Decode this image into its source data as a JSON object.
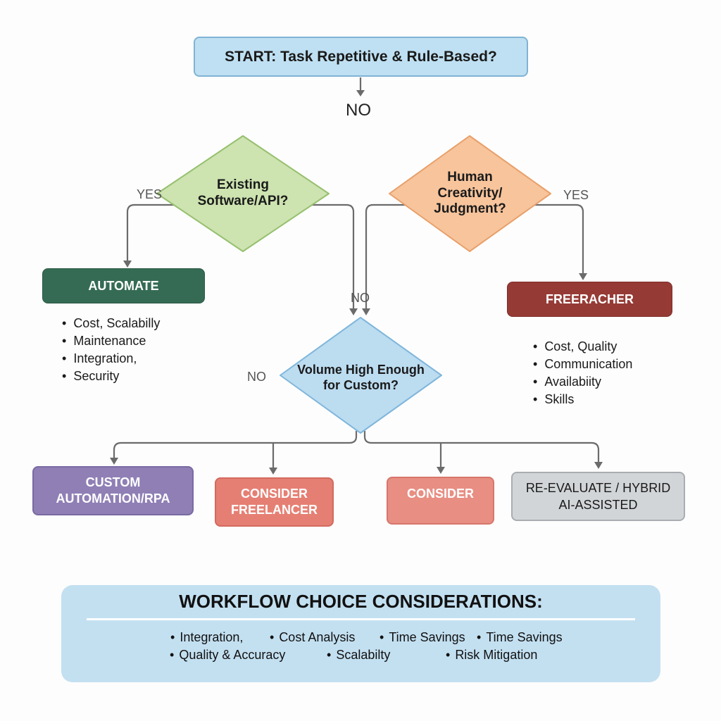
{
  "colors": {
    "start_fill": "#bfe0f2",
    "decision_green": "#cde3b0",
    "decision_orange": "#f7c49c",
    "decision_blue": "#bcdcf0",
    "automate": "#356b54",
    "freeracher": "#963a35",
    "custom_automation": "#8f7fb5",
    "consider_freelancer": "#e67f73",
    "consider": "#e88e83",
    "reevaluate": "#d2d5d8",
    "considerations_panel": "#c3e0f1",
    "connector": "#6b6b6b"
  },
  "start": {
    "label": "START: Task Repetitive & Rule-Based?",
    "branch_label": "NO"
  },
  "decisions": {
    "existing_software": {
      "line1": "Existing",
      "line2": "Software/API?",
      "yes_label": "YES"
    },
    "human_creativity": {
      "line1": "Human",
      "line2": "Creativity/",
      "line3": "Judgment?",
      "yes_label": "YES"
    },
    "merge_no_label": "NO",
    "volume": {
      "line1": "Volume High Enough",
      "line2": "for Custom?",
      "no_label": "NO"
    }
  },
  "outcomes": {
    "automate": {
      "label": "AUTOMATE",
      "bullets": [
        "Cost, Scalabilly",
        "Maintenance",
        "Integration,",
        "Security"
      ]
    },
    "freeracher": {
      "label": "FREERACHER",
      "bullets": [
        "Cost, Quality",
        "Communication",
        "Availabiity",
        "Skills"
      ]
    },
    "custom_automation": {
      "line1": "CUSTOM",
      "line2": "AUTOMATION/RPA"
    },
    "consider_freelancer": {
      "line1": "CONSIDER",
      "line2": "FREELANCER"
    },
    "consider": {
      "label": "CONSIDER"
    },
    "reevaluate": {
      "line1": "RE-EVALUATE / HYBRID",
      "line2": "AI-ASSISTED"
    }
  },
  "considerations": {
    "title": "WORKFLOW CHOICE CONSIDERATIONS:",
    "row1": [
      "Integration,",
      "Cost Analysis",
      "Time Savings",
      "Time Savings"
    ],
    "row2": [
      "Quality & Accuracy",
      "Scalabilty",
      "Risk Mitigation"
    ]
  }
}
